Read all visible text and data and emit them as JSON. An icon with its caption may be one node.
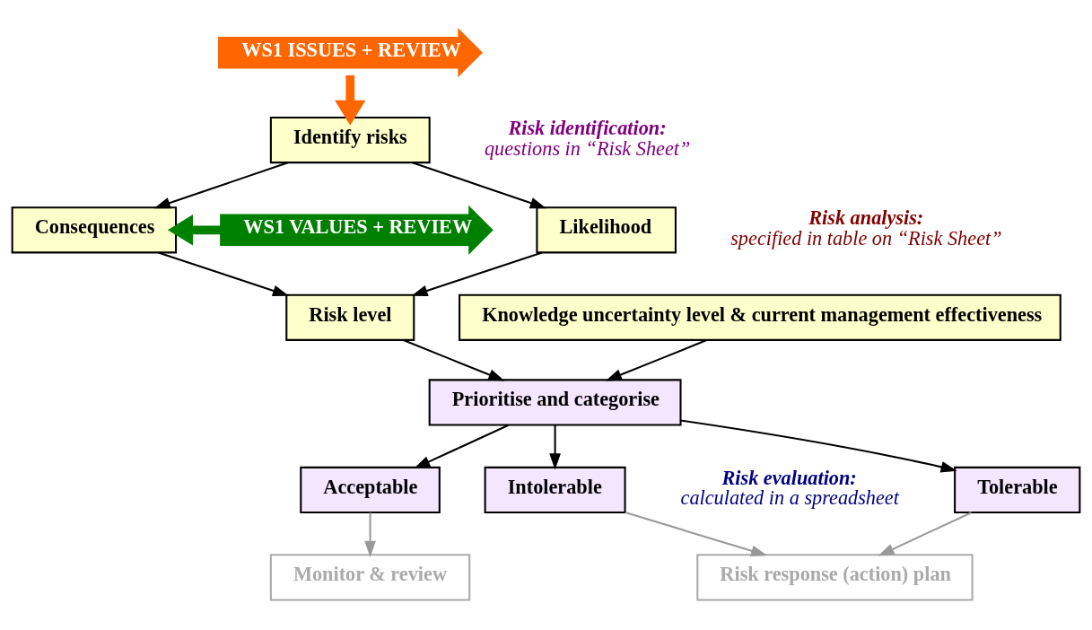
{
  "diagram": {
    "nodes": [
      {
        "text": [
          "WS1 ISSUES + REVIEW"
        ]
      },
      {
        "text": [
          "Identify risks"
        ]
      },
      {
        "text": [
          "WS1 VALUES + REVIEW"
        ]
      },
      {
        "text": [
          "Consequences"
        ]
      },
      {
        "text": [
          "Likelihood"
        ]
      },
      {
        "text": [
          "Knowledge uncertainty level & current management effectiveness"
        ]
      },
      {
        "text": [
          "Risk level"
        ]
      },
      {
        "text": [
          "Prioritise and categorise"
        ]
      },
      {
        "text": [
          "Intolerable"
        ]
      },
      {
        "text": [
          "Tolerable"
        ]
      },
      {
        "text": [
          "Acceptable"
        ]
      },
      {
        "text": [
          "Risk response (action) plan"
        ]
      },
      {
        "text": [
          "Monitor & review"
        ]
      }
    ],
    "edges": [
      {
        "from": 0,
        "to": 1,
        "arrow": "to",
        "style": "thick",
        "color": "#ff6600"
      },
      {
        "from": 2,
        "to": 3,
        "arrow": "to",
        "style": "thick",
        "color": "#008000"
      },
      {
        "from": 1,
        "to": 3,
        "arrow": "to"
      },
      {
        "from": 1,
        "to": 4,
        "arrow": "to"
      },
      {
        "from": 3,
        "to": 6,
        "arrow": "to"
      },
      {
        "from": 4,
        "to": 6,
        "arrow": "to"
      },
      {
        "from": 6,
        "to": 7,
        "arrow": "to"
      },
      {
        "from": 5,
        "to": 7,
        "arrow": "to"
      },
      {
        "from": 7,
        "to": 8,
        "arrow": "to"
      },
      {
        "from": 7,
        "to": 9,
        "arrow": "to"
      },
      {
        "from": 7,
        "to": 10,
        "arrow": "to"
      },
      {
        "from": 8,
        "to": 11,
        "arrow": "to",
        "color": "#999999"
      },
      {
        "from": 9,
        "to": 11,
        "arrow": "to",
        "color": "#999999"
      },
      {
        "from": 10,
        "to": 12,
        "arrow": "to",
        "color": "#999999"
      }
    ],
    "labels": [
      "Risk identification:",
      "questions in “Risk Sheet”",
      "Risk analysis:",
      "specified in table on “Risk Sheet”",
      "Risk evaluation:",
      "calculated in a spreadsheet"
    ]
  }
}
